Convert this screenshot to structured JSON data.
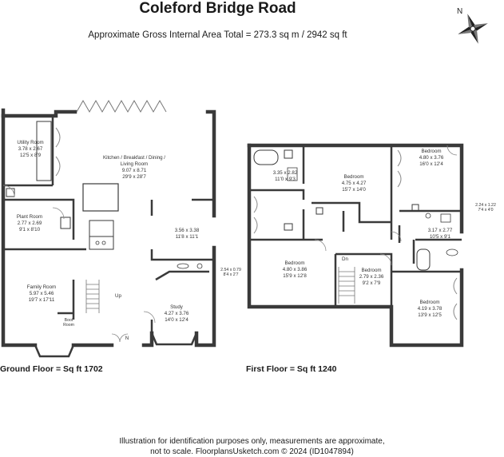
{
  "title": "Coleford Bridge Road",
  "subtitle": "Approximate Gross Internal Area Total = 273.3 sq m / 2942 sq ft",
  "compass_label": "N",
  "ground_floor": {
    "label": "Ground Floor = Sq ft 1702",
    "rooms": {
      "utility": {
        "name": "Utility Room",
        "metric": "3.78 x 2.67",
        "imperial": "12'5 x 8'9"
      },
      "kitchen": {
        "name_line1": "Kitchen / Breakfast / Dining /",
        "name_line2": "Living Room",
        "metric": "9.07 x 8.71",
        "imperial": "29'9 x 28'7"
      },
      "plant": {
        "name": "Plant Room",
        "metric": "2.77 x 2.69",
        "imperial": "9'1 x 8'10"
      },
      "reception": {
        "metric": "3.56 x 3.38",
        "imperial": "11'8 x 11'1"
      },
      "family": {
        "name": "Family Room",
        "metric": "5.97 x 5.46",
        "imperial": "19'7 x 17'11"
      },
      "study": {
        "name": "Study",
        "metric": "4.27 x 3.76",
        "imperial": "14'0 x 12'4"
      },
      "boot": {
        "name_line1": "Boot",
        "name_line2": "Room"
      },
      "cloak": {
        "metric": "2.54 x 0.79",
        "imperial": "8'4 x 2'7"
      },
      "up_label": "Up",
      "entrance_label": "N"
    }
  },
  "first_floor": {
    "label": "First Floor = Sq ft 1240",
    "rooms": {
      "ensuite1": {
        "metric": "3.35 x 2.82",
        "imperial": "11'0 x 9'3"
      },
      "bedroom_mid": {
        "name": "Bedroom",
        "metric": "4.75 x 4.27",
        "imperial": "15'7 x 14'0"
      },
      "bedroom_ne": {
        "name": "Bedroom",
        "metric": "4.80 x 3.76",
        "imperial": "16'0 x 12'4"
      },
      "ensuite_small": {
        "metric": "2.24 x 1.22",
        "imperial": "7'4 x 4'0"
      },
      "bathroom": {
        "metric": "3.17 x 2.77",
        "imperial": "10'5 x 9'1"
      },
      "bedroom_w": {
        "name": "Bedroom",
        "metric": "4.80 x 3.86",
        "imperial": "15'9 x 12'8"
      },
      "bedroom_c": {
        "name": "Bedroom",
        "metric": "2.79 x 2.36",
        "imperial": "9'2 x 7'9"
      },
      "bedroom_se": {
        "name": "Bedroom",
        "metric": "4.19 x 3.78",
        "imperial": "13'9 x 12'5"
      },
      "dn_label": "Dn"
    }
  },
  "footer": {
    "line1": "Illustration for identification purposes only, measurements are approximate,",
    "line2": "not to scale. FloorplansUsketch.com © 2024 (ID1047894)"
  }
}
